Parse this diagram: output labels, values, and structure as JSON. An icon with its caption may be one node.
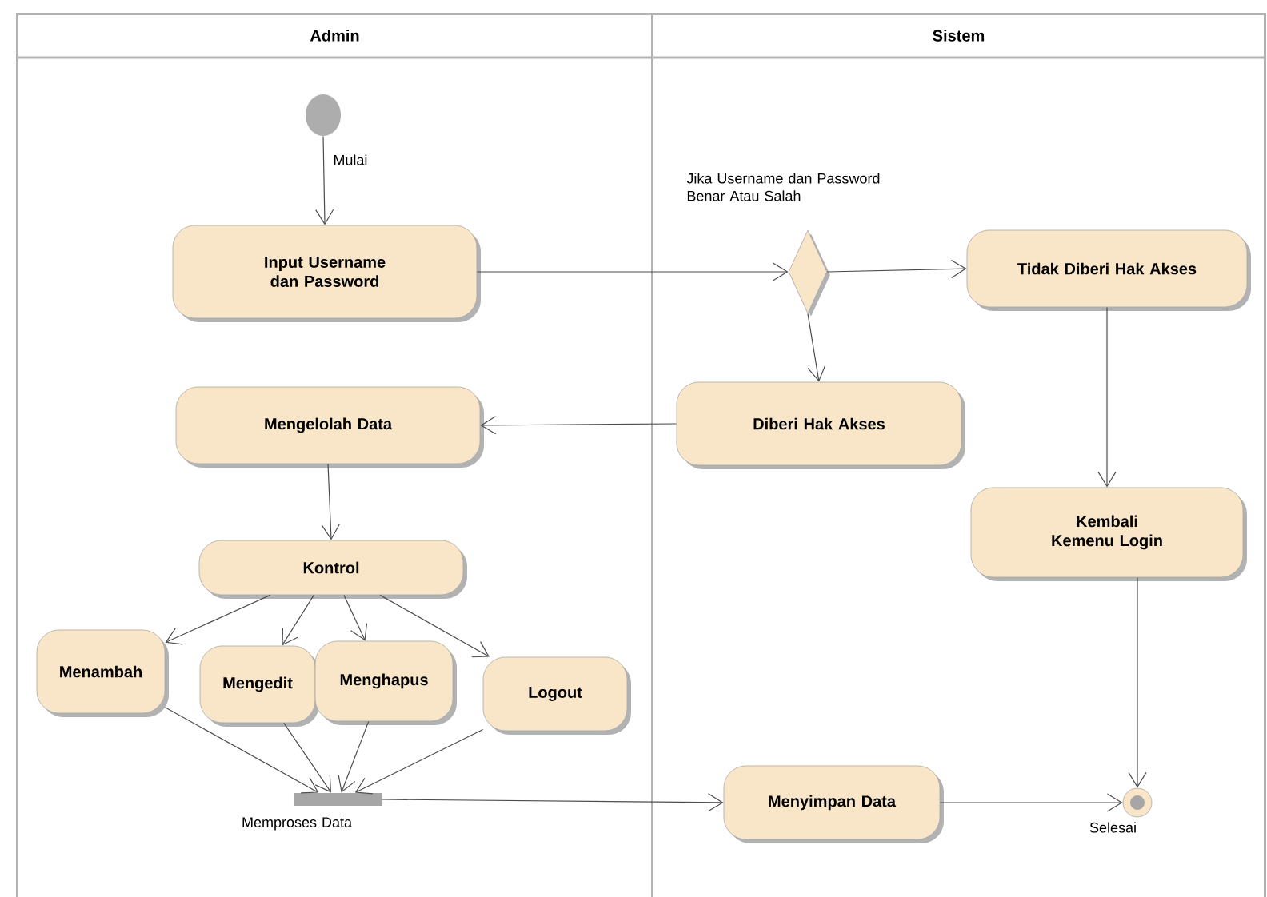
{
  "diagram": {
    "nodes": [
      {
        "text": [
          "Admin"
        ]
      },
      {
        "text": [
          "Sistem"
        ]
      },
      {
        "text": [],
        "shape": "circle",
        "beside": [
          "Mulai"
        ],
        "in": 0
      },
      {
        "text": [
          "Input Username dan Password"
        ],
        "in": 0
      },
      {
        "text": [],
        "shape": "diamond",
        "beside": [
          "Jika Username dan Password Benar Atau Salah"
        ],
        "in": 1
      },
      {
        "text": [
          "Tidak Diberi Hak Akses"
        ],
        "in": 1
      },
      {
        "text": [
          "Mengelolah Data"
        ],
        "in": 0
      },
      {
        "text": [
          "Diberi Hak Akses"
        ],
        "in": 1
      },
      {
        "text": [
          "Kembali Kemenu Login"
        ],
        "in": 1
      },
      {
        "text": [
          "Kontrol"
        ],
        "in": 0
      },
      {
        "text": [
          "Menambah"
        ],
        "in": 0
      },
      {
        "text": [
          "Mengedit"
        ],
        "in": 0
      },
      {
        "text": [
          "Menghapus"
        ],
        "in": 0
      },
      {
        "text": [
          "Logout"
        ],
        "in": 0
      },
      {
        "text": [],
        "shape": "bar",
        "beside": [
          "Memproses Data"
        ],
        "in": 0
      },
      {
        "text": [
          "Menyimpan Data"
        ],
        "in": 1
      },
      {
        "text": [],
        "shape": "circle",
        "beside": [
          "Selesai"
        ],
        "in": 1
      }
    ],
    "edges": [
      {
        "from": 2,
        "to": 3,
        "arrow": "to"
      },
      {
        "from": 3,
        "to": 4,
        "arrow": "to"
      },
      {
        "from": 4,
        "to": 5,
        "arrow": "to"
      },
      {
        "from": 4,
        "to": 7,
        "arrow": "to"
      },
      {
        "from": 7,
        "to": 6,
        "arrow": "to"
      },
      {
        "from": 5,
        "to": 8,
        "arrow": "to"
      },
      {
        "from": 6,
        "to": 9,
        "arrow": "to"
      },
      {
        "from": 9,
        "to": 10,
        "arrow": "to"
      },
      {
        "from": 9,
        "to": 11,
        "arrow": "to"
      },
      {
        "from": 9,
        "to": 12,
        "arrow": "to"
      },
      {
        "from": 9,
        "to": 13,
        "arrow": "to"
      },
      {
        "from": 10,
        "to": 14,
        "arrow": "to"
      },
      {
        "from": 11,
        "to": 14,
        "arrow": "to"
      },
      {
        "from": 12,
        "to": 14,
        "arrow": "to"
      },
      {
        "from": 13,
        "to": 14,
        "arrow": "to"
      },
      {
        "from": 14,
        "to": 15,
        "arrow": "to"
      },
      {
        "from": 15,
        "to": 16,
        "arrow": "to"
      },
      {
        "from": 8,
        "to": 16,
        "arrow": "to"
      }
    ]
  }
}
